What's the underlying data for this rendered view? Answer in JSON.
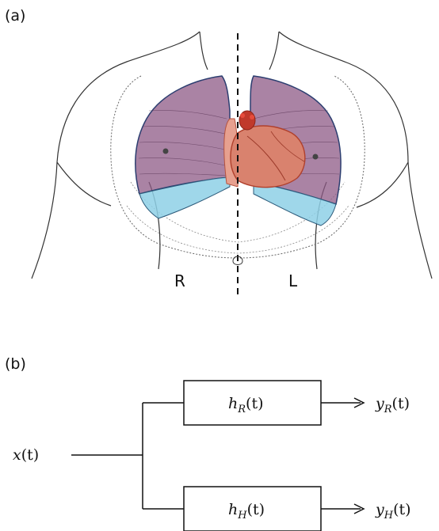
{
  "panel_a": {
    "label": "(a)",
    "right_label": "R",
    "left_label": "L"
  },
  "panel_b": {
    "label": "(b)",
    "input": {
      "base": "x",
      "arg": "(t)"
    },
    "blocks": [
      {
        "base": "h",
        "sub": "R",
        "arg": "(t)"
      },
      {
        "base": "h",
        "sub": "H",
        "arg": "(t)"
      }
    ],
    "outputs": [
      {
        "base": "y",
        "sub": "R",
        "arg": "(t)"
      },
      {
        "base": "y",
        "sub": "H",
        "arg": "(t)"
      }
    ]
  },
  "colors": {
    "lung": "#8e5a86",
    "lung_base": "#8ed0e6",
    "heart": "#d9826e",
    "heart_dark": "#c0392b",
    "outline": "#333333"
  }
}
